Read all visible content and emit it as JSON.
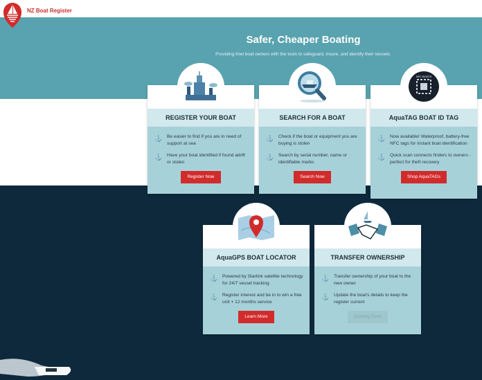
{
  "brand": "NZ Boat Register",
  "hero": {
    "title": "Safer, Cheaper Boating",
    "subtitle": "Providing Kiwi boat owners with the tools to safeguard, insure, and identify their vessels."
  },
  "cards": [
    {
      "title": "REGISTER YOUR BOAT",
      "items": [
        "Be easier to find if you are in need of support at sea",
        "Have your boat identified if found adrift or stolen"
      ],
      "button": "Register Now",
      "icon": "harbour-icon"
    },
    {
      "title": "SEARCH FOR A BOAT",
      "items": [
        "Check if the boat or equipment you are buying is stolen",
        "Search by serial number, name or identifiable marks"
      ],
      "button": "Search Now",
      "icon": "magnifier-boat-icon"
    },
    {
      "title": "AquaTAG BOAT ID TAG",
      "items": [
        "Now available! Waterproof, battery-free NFC tags for instant boat identification",
        "Quick scan connects finders to owners - perfect for theft recovery"
      ],
      "button": "Shop AquaTAGs",
      "icon": "nfc-tag-icon",
      "tag_text": "NFC BOATS"
    },
    {
      "title": "AquaGPS BOAT LOCATOR",
      "items": [
        "Powered by Starlink satellite technology for 24/7 vessel tracking",
        "Register interest and be in to win a free unit + 12 months service"
      ],
      "button": "Learn More",
      "icon": "map-pin-icon"
    },
    {
      "title": "TRANSFER OWNERSHIP",
      "items": [
        "Transfer ownership of your boat to the new owner",
        "Update the boat's details to keep the register current"
      ],
      "button": "Coming Soon",
      "icon": "handshake-icon"
    }
  ],
  "colors": {
    "teal": "#58a3af",
    "navy": "#0e293c",
    "red": "#d22b2b"
  }
}
